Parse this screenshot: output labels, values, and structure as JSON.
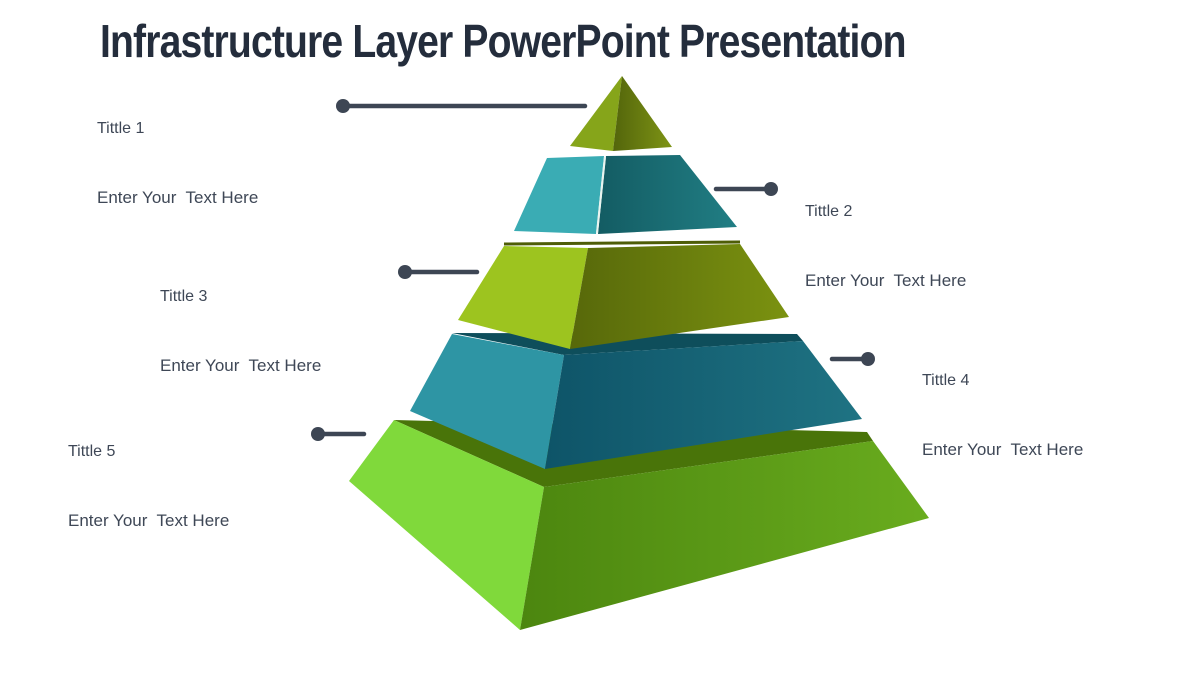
{
  "slide": {
    "title": "Infrastructure Layer PowerPoint Presentation"
  },
  "colors": {
    "background": "#ffffff",
    "title_text": "#242d3c",
    "label_text": "#3e4756",
    "connector": "#3d4654"
  },
  "labels": [
    {
      "title": "Tittle 1",
      "text": "Enter Your  Text Here"
    },
    {
      "title": "Tittle 2",
      "text": "Enter Your  Text Here"
    },
    {
      "title": "Tittle 3",
      "text": "Enter Your  Text Here"
    },
    {
      "title": "Tittle 4",
      "text": "Enter Your  Text Here"
    },
    {
      "title": "Tittle 5",
      "text": "Enter Your  Text Here"
    }
  ],
  "pyramid": {
    "layers": [
      {
        "name": "layer-1-top",
        "left_face": "#86a51a",
        "front_dark": "#53650b",
        "front_light": "#7e9415"
      },
      {
        "name": "layer-2",
        "left_face": "#3aacb4",
        "front_dark": "#135c63",
        "front_light": "#217e84"
      },
      {
        "name": "layer-3",
        "left_face": "#9dc41f",
        "front_dark": "#57680a",
        "front_light": "#7b9210",
        "top_edge": "#4e5d07"
      },
      {
        "name": "layer-4",
        "left_face": "#2e95a4",
        "front_dark": "#0e5468",
        "front_light": "#1f7383",
        "top_face": "#0e4e5b"
      },
      {
        "name": "layer-5-bottom",
        "left_face": "#80d93b",
        "front_dark": "#4c860f",
        "front_light": "#69ac1e",
        "top_face": "#497409"
      }
    ]
  }
}
